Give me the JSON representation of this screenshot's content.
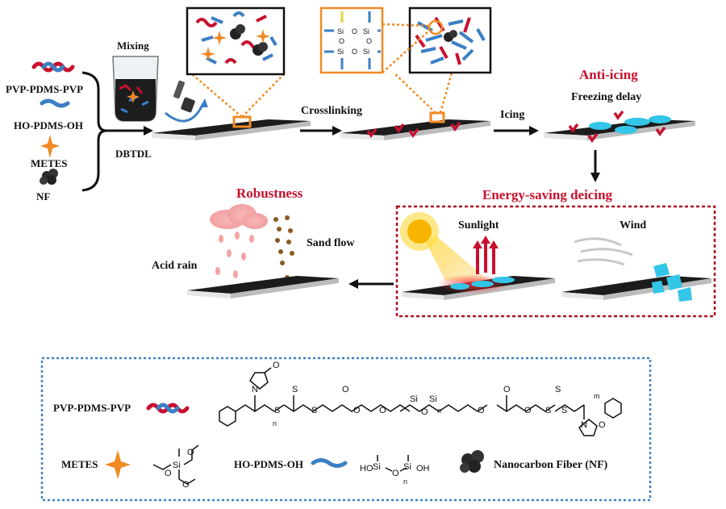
{
  "colors": {
    "pvp": "#c8102e",
    "pdms": "#3b7fc4",
    "metes": "#f08a24",
    "nf": "#2a2a2a",
    "accent_red": "#c8102e",
    "legend_border": "#3b82c4",
    "ice": "#33c6e8"
  },
  "ingredients": [
    {
      "label": "PVP-PDMS-PVP",
      "icon": "red-wave-icon"
    },
    {
      "label": "HO-PDMS-OH",
      "icon": "blue-wave-icon"
    },
    {
      "label": "METES",
      "icon": "orange-star-icon"
    },
    {
      "label": "NF",
      "icon": "black-particle-icon"
    }
  ],
  "steps": {
    "mixing": "Mixing",
    "catalyst": "DBTDL",
    "crosslinking": "Crosslinking",
    "icing": "Icing"
  },
  "network_labels": {
    "si": "Si",
    "o": "O"
  },
  "anti_icing": {
    "title": "Anti-icing",
    "subtitle": "Freezing delay"
  },
  "deicing": {
    "title": "Energy-saving deicing",
    "sunlight": "Sunlight",
    "wind": "Wind"
  },
  "robustness": {
    "title": "Robustness",
    "acid_rain": "Acid rain",
    "sand_flow": "Sand flow"
  },
  "legend": {
    "pvp_pdms_pvp": "PVP-PDMS-PVP",
    "metes": "METES",
    "ho_pdms_oh": "HO-PDMS-OH",
    "nf": "Nanocarbon Fiber (NF)",
    "chem": {
      "si": "Si",
      "o": "O",
      "n": "N",
      "s": "S",
      "oh": "OH",
      "ho": "HO",
      "sub_n": "n",
      "sub_m": "m"
    }
  }
}
